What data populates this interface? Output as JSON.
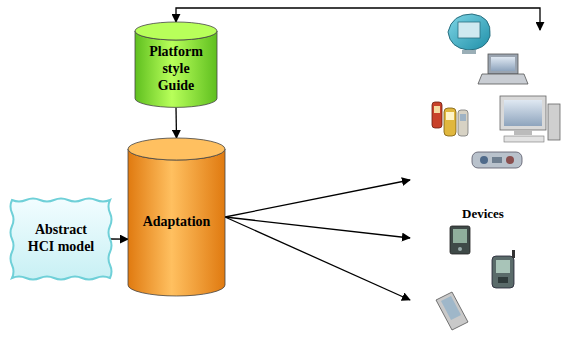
{
  "diagram": {
    "nodes": [
      {
        "text": [
          "Platform style Guide"
        ]
      },
      {
        "text": [
          "Abstract HCI model"
        ]
      },
      {
        "text": [
          "Adaptation"
        ]
      },
      {
        "text": [
          "Devices"
        ]
      }
    ],
    "edges": [
      {
        "from": 0,
        "to": 3,
        "arrow": "both"
      },
      {
        "from": 1,
        "to": 2,
        "arrow": "to"
      },
      {
        "from": 0,
        "to": 2,
        "arrow": "to"
      },
      {
        "from": 2,
        "to": 3,
        "arrow": "to"
      },
      {
        "from": 2,
        "to": 3,
        "arrow": "to"
      },
      {
        "from": 2,
        "to": 3,
        "arrow": "to"
      }
    ]
  }
}
